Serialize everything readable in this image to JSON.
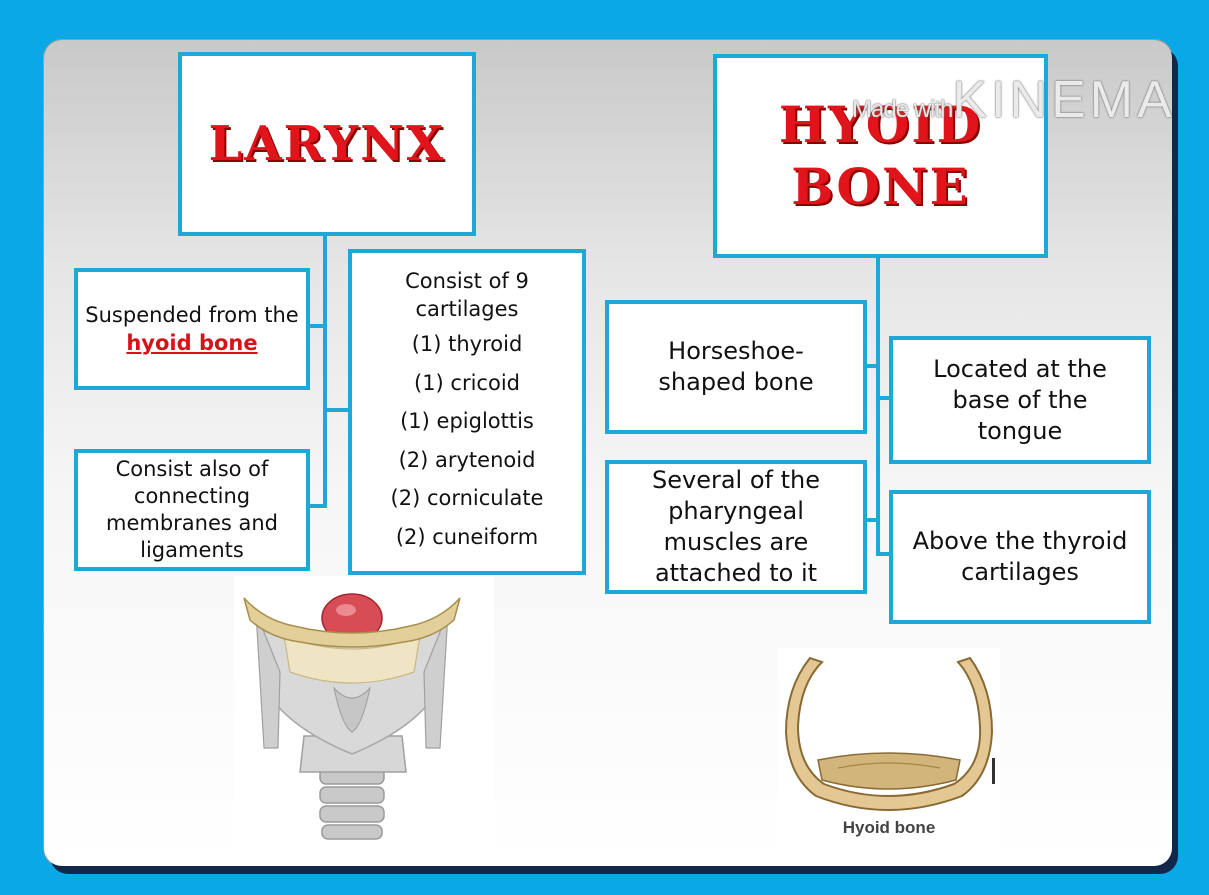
{
  "watermark": {
    "small": "Made with",
    "big": "KINEMA"
  },
  "larynx": {
    "title": "LARYNX",
    "suspended": {
      "prefix": "Suspended from the",
      "link": "hyoid bone"
    },
    "consist_also": "Consist also of connecting membranes and ligaments",
    "cartilages": {
      "heading": "Consist of 9 cartilages",
      "items": [
        "(1) thyroid",
        "(1) cricoid",
        "(1) epiglottis",
        "(2) arytenoid",
        "(2) corniculate",
        "(2) cuneiform"
      ]
    }
  },
  "hyoid": {
    "title_line1": "HYOID",
    "title_line2": "BONE",
    "horseshoe": "Horseshoe-shaped bone",
    "located": "Located at the base of the tongue",
    "pharyngeal": "Several of the pharyngeal muscles are attached to it",
    "above": "Above the thyroid cartilages",
    "image_caption": "Hyoid bone"
  },
  "colors": {
    "background": "#0aa8e6",
    "box_border": "#1ea8d8",
    "title_red": "#e0141a"
  }
}
